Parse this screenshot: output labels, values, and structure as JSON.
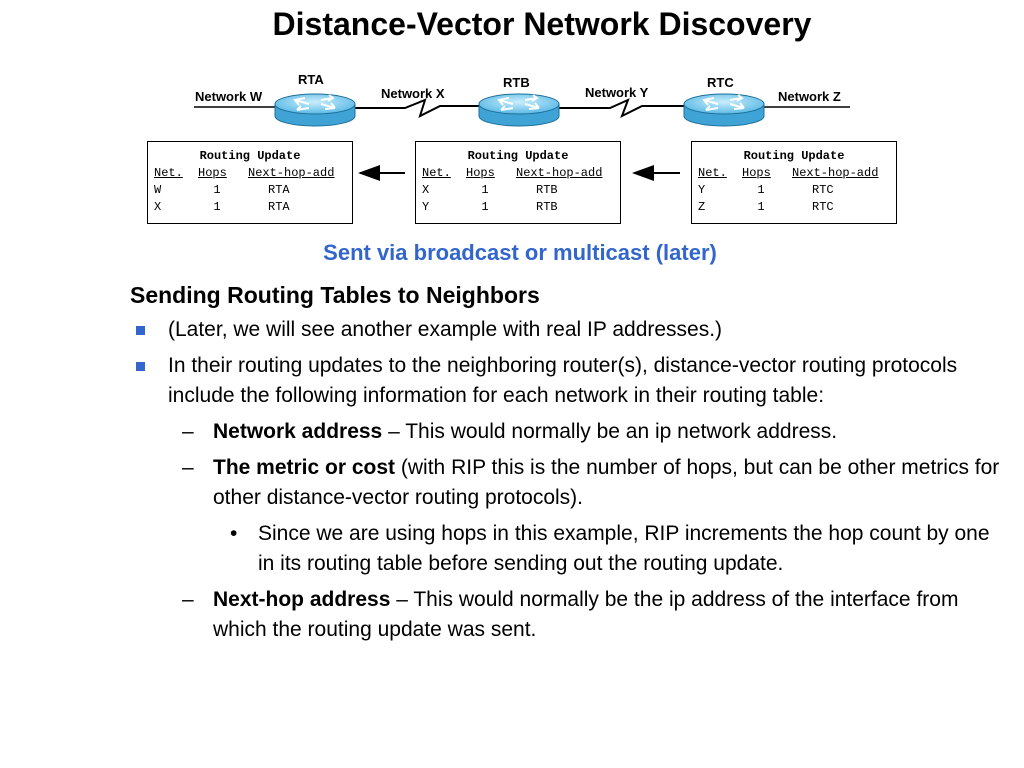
{
  "title": "Distance-Vector Network Discovery",
  "diagram": {
    "routers": [
      {
        "name": "RTA"
      },
      {
        "name": "RTB"
      },
      {
        "name": "RTC"
      }
    ],
    "networks": [
      "Network W",
      "Network X",
      "Network Y",
      "Network Z"
    ],
    "tables": [
      {
        "title": "Routing Update",
        "headers": [
          "Net.",
          "Hops",
          "Next-hop-add"
        ],
        "rows": [
          [
            "W",
            "1",
            "RTA"
          ],
          [
            "X",
            "1",
            "RTA"
          ]
        ]
      },
      {
        "title": "Routing Update",
        "headers": [
          "Net.",
          "Hops",
          "Next-hop-add"
        ],
        "rows": [
          [
            "X",
            "1",
            "RTB"
          ],
          [
            "Y",
            "1",
            "RTB"
          ]
        ]
      },
      {
        "title": "Routing Update",
        "headers": [
          "Net.",
          "Hops",
          "Next-hop-add"
        ],
        "rows": [
          [
            "Y",
            "1",
            "RTC"
          ],
          [
            "Z",
            "1",
            "RTC"
          ]
        ]
      }
    ],
    "caption": "Sent via broadcast or multicast (later)"
  },
  "content": {
    "heading": "Sending Routing Tables to Neighbors",
    "bullets": [
      {
        "text": "(Later, we will see another example with real IP addresses.)"
      },
      {
        "text": "In their routing updates to the neighboring router(s), distance-vector routing protocols include the following information for each network in their routing table:"
      }
    ],
    "sub": [
      {
        "bold": "Network address",
        "rest": " – This would normally be an ip network address."
      },
      {
        "bold": "The metric or cost",
        "rest": " (with RIP this is the number of hops, but can be other metrics for other distance-vector routing protocols)."
      }
    ],
    "subsub": "Since we are using hops in this example, RIP increments the hop count by one in its routing table before sending out the routing update.",
    "sub_last": {
      "bold": "Next-hop address",
      "rest": " – This would normally be the ip address of the interface from which the routing update was sent."
    },
    "dash": "–",
    "dot": "•"
  },
  "colors": {
    "accent": "#3366cc",
    "router_top": "#8ad3f0",
    "router_side": "#3fa3d6"
  }
}
